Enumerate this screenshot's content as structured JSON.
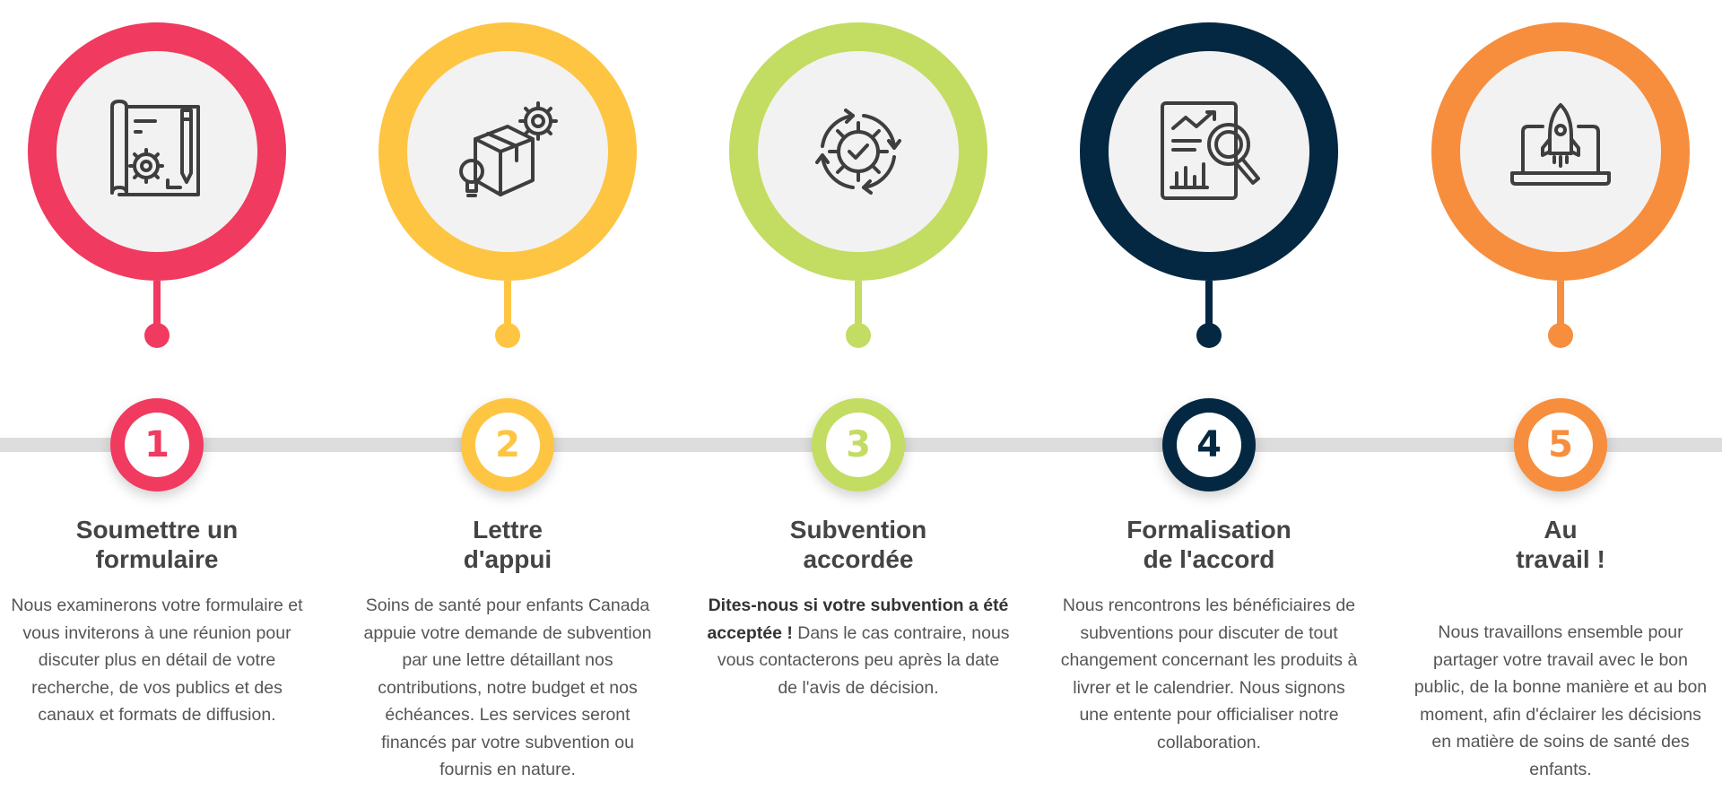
{
  "colors": {
    "step1": "#f03a5f",
    "step2": "#fec543",
    "step3": "#c3dc62",
    "step4": "#042742",
    "step5": "#f68e3e",
    "line": "#dddddd",
    "icon_stroke": "#3e3e3e"
  },
  "steps": [
    {
      "number": "1",
      "icon": "blueprint-gear-pencil-icon",
      "title": "Soumettre un\nformulaire",
      "description": "Nous examinerons votre formulaire et vous inviterons à une réunion pour discuter plus en détail de votre recherche, de vos publics et des canaux et formats de diffusion."
    },
    {
      "number": "2",
      "icon": "box-gear-lightbulb-icon",
      "title": "Lettre\nd'appui",
      "description": "Soins de santé pour enfants Canada appuie votre demande de subvention par une lettre détaillant nos contributions, notre budget et nos échéances. Les services seront financés par votre subvention ou fournis en nature."
    },
    {
      "number": "3",
      "icon": "gear-check-cycle-icon",
      "title": "Subvention\naccordée",
      "description_bold": "Dites-nous si votre subvention a été acceptée !",
      "description": "Dans le cas contraire, nous vous contacterons peu après la date de l'avis de décision."
    },
    {
      "number": "4",
      "icon": "report-magnifier-icon",
      "title": "Formalisation\nde l'accord",
      "description": "Nous rencontrons les bénéficiaires de subventions pour discuter de tout changement concernant les produits à livrer et le calendrier. Nous signons une entente pour officialiser notre collaboration."
    },
    {
      "number": "5",
      "icon": "laptop-rocket-icon",
      "title": "Au\ntravail !",
      "description": "Nous travaillons ensemble pour partager votre travail avec le bon public, de la bonne manière et au bon moment, afin d'éclairer les décisions en matière de soins de santé des enfants."
    }
  ]
}
